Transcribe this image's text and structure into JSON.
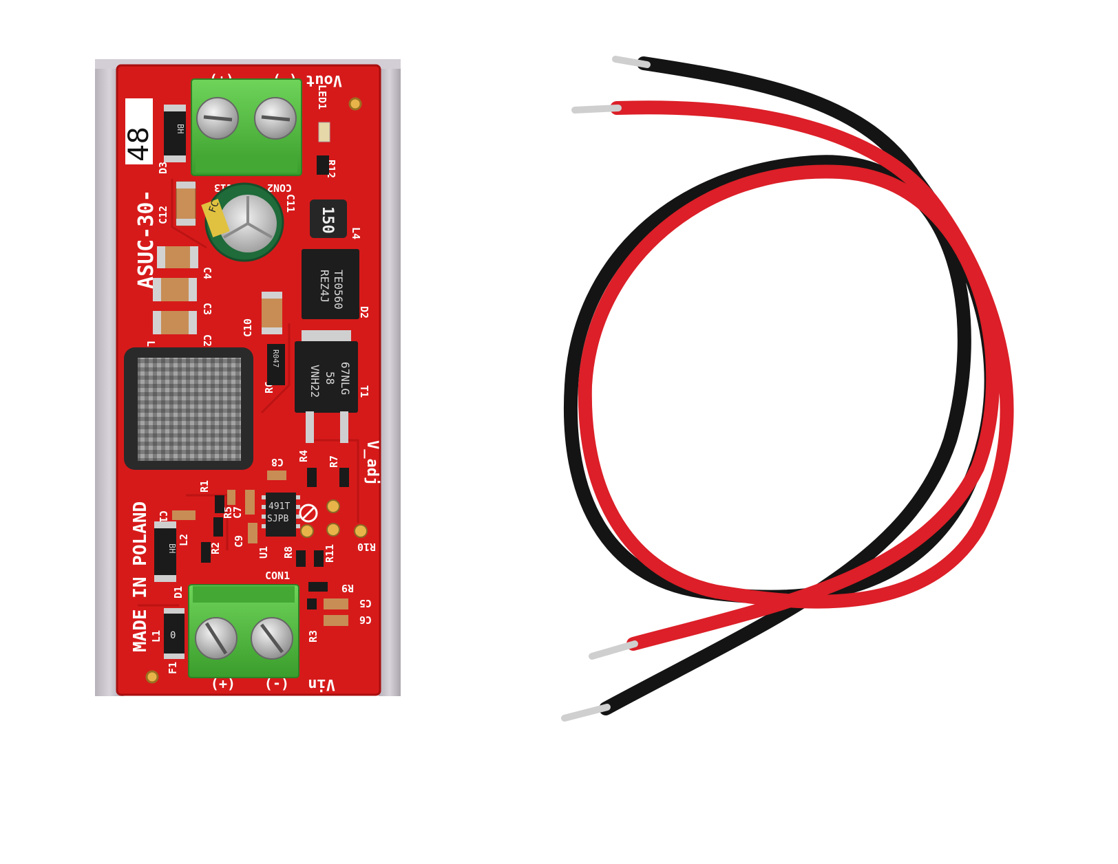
{
  "board": {
    "model_prefix": "ASUC-30-",
    "model_handwritten": "48",
    "made_in": "MADE IN POLAND",
    "vout_label": "Vout",
    "vin_label": "Vin",
    "plus_label": "(+)",
    "minus_label": "(-)",
    "v_adj_label": "V_adj",
    "designators": {
      "led1": "LED1",
      "r12": "R12",
      "con2": "CON2",
      "c13": "C13",
      "c11": "C11",
      "c12": "C12",
      "l4": "L4",
      "d3": "D3",
      "c4": "C4",
      "c3": "C3",
      "c2": "C2",
      "c10": "C10",
      "d2": "D2",
      "l3": "L3",
      "r6": "R6",
      "t1": "T1",
      "c8": "C8",
      "r4": "R4",
      "r7": "R7",
      "r1": "R1",
      "r5": "R5",
      "c7": "C7",
      "c1": "C1",
      "l2": "L2",
      "r2": "R2",
      "c9": "C9",
      "u1": "U1",
      "r8": "R8",
      "r11": "R11",
      "r10": "R10",
      "con1": "CON1",
      "r9": "R9",
      "c5": "C5",
      "c6": "C6",
      "r3": "R3",
      "d1": "D1",
      "l1": "L1",
      "f1": "F1"
    },
    "parts": {
      "inductor_marking": "150",
      "diode_marking_1": "TE0560",
      "diode_marking_2": "REZ4J",
      "mosfet_marking_1": "VNH22",
      "mosfet_marking_2": "58",
      "mosfet_marking_3": "67NLG",
      "ic_marking_1": "491T",
      "ic_marking_2": "SJPB",
      "fuse_marking": "0",
      "capacitor_brand": "FC",
      "resistor_marking": "R047",
      "d3_marking": "BH",
      "d1_marking": "BH"
    }
  },
  "colors": {
    "pcb_red": "#d61a1a",
    "terminal_green": "#4fbf3c",
    "heatsink": "#c7c1c9",
    "wire_red": "#dc1f28",
    "wire_black": "#141414"
  }
}
